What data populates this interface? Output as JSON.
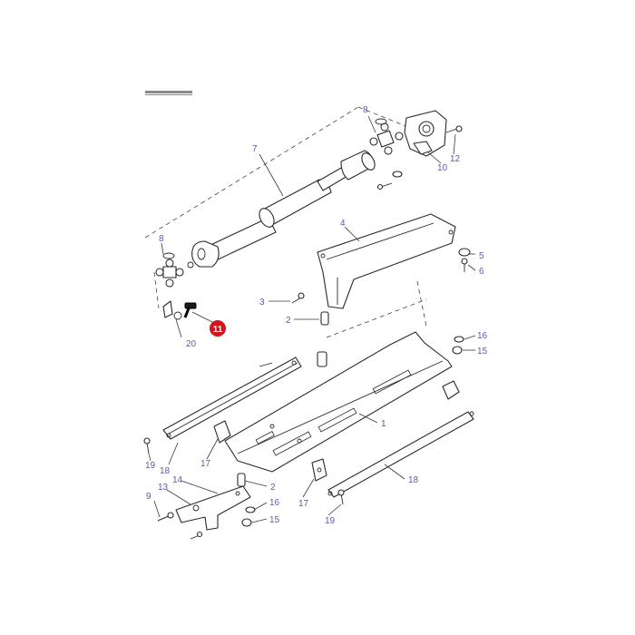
{
  "diagram": {
    "highlighted_part": "11",
    "highlight_color": "#d4141c",
    "callout_color": "#5a5ab0",
    "callouts": {
      "c1": "1",
      "c2a": "2",
      "c2b": "2",
      "c3": "3",
      "c4": "4",
      "c5": "5",
      "c6": "6",
      "c7": "7",
      "c8a": "8",
      "c8b": "8",
      "c9": "9",
      "c10": "10",
      "c11": "11",
      "c12": "12",
      "c13": "13",
      "c14": "14",
      "c15a": "15",
      "c15b": "15",
      "c16a": "16",
      "c16b": "16",
      "c17a": "17",
      "c17b": "17",
      "c18a": "18",
      "c18b": "18",
      "c19a": "19",
      "c19b": "19",
      "c20": "20"
    }
  }
}
